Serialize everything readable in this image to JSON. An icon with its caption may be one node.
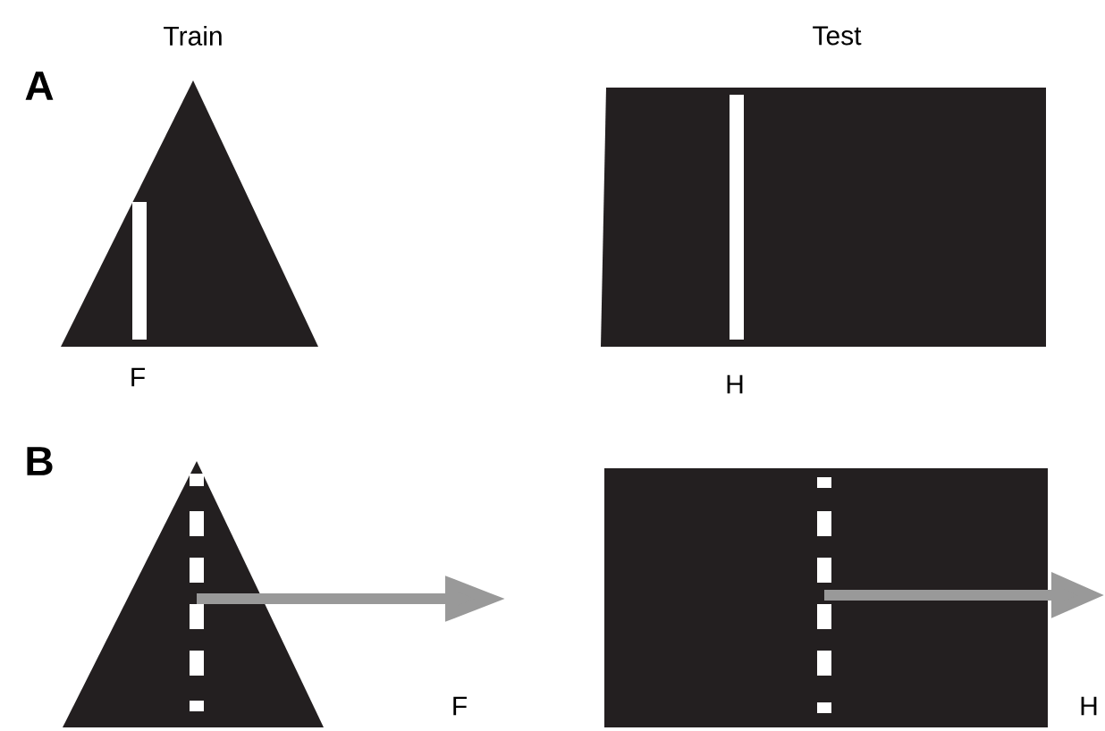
{
  "diagram": {
    "labels": [
      "Train",
      "Test",
      "A",
      "F",
      "H",
      "B",
      "F",
      "H"
    ]
  }
}
